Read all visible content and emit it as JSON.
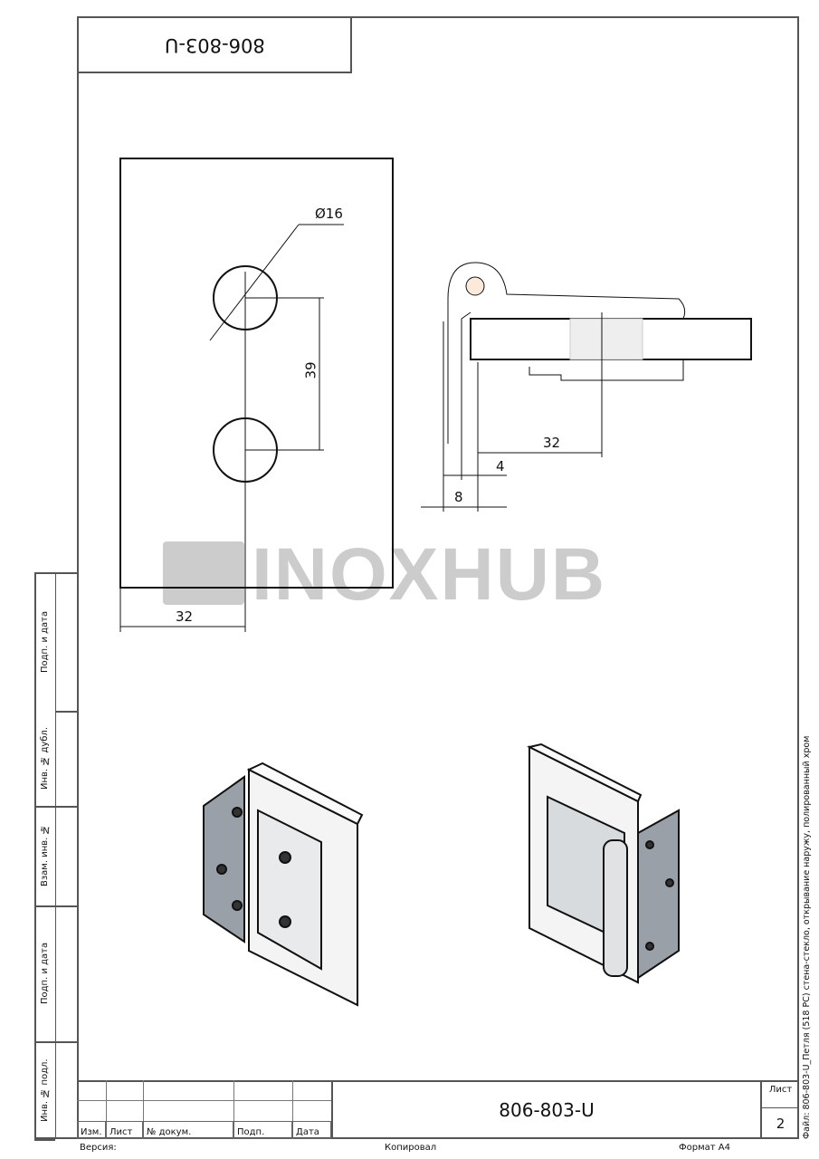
{
  "header_code_inverted": "806-803-U",
  "side_labels": [
    "Подп. и дата",
    "Инв. № дубл.",
    "Взам. инв. №",
    "Подп. и дата",
    "Инв. № подл."
  ],
  "dimensions": {
    "diameter": "Ø16",
    "spacing": "39",
    "edge_offset": "32",
    "side_depth": "32",
    "side_gap": "4",
    "side_thickness": "8"
  },
  "watermark": "INOXHUB",
  "title_block": {
    "columns": [
      "Изм.",
      "Лист",
      "№ докум.",
      "Подп.",
      "Дата"
    ],
    "designation": "806-803-U",
    "sheet_label": "Лист",
    "sheet_number": "2"
  },
  "footer": {
    "version": "Версия:",
    "copied": "Копировал",
    "format": "Формат А4"
  },
  "file_note": "Файл: 806-803-U_Петля (518 PC) стена-стекло, открывание наружу, полированный хром"
}
